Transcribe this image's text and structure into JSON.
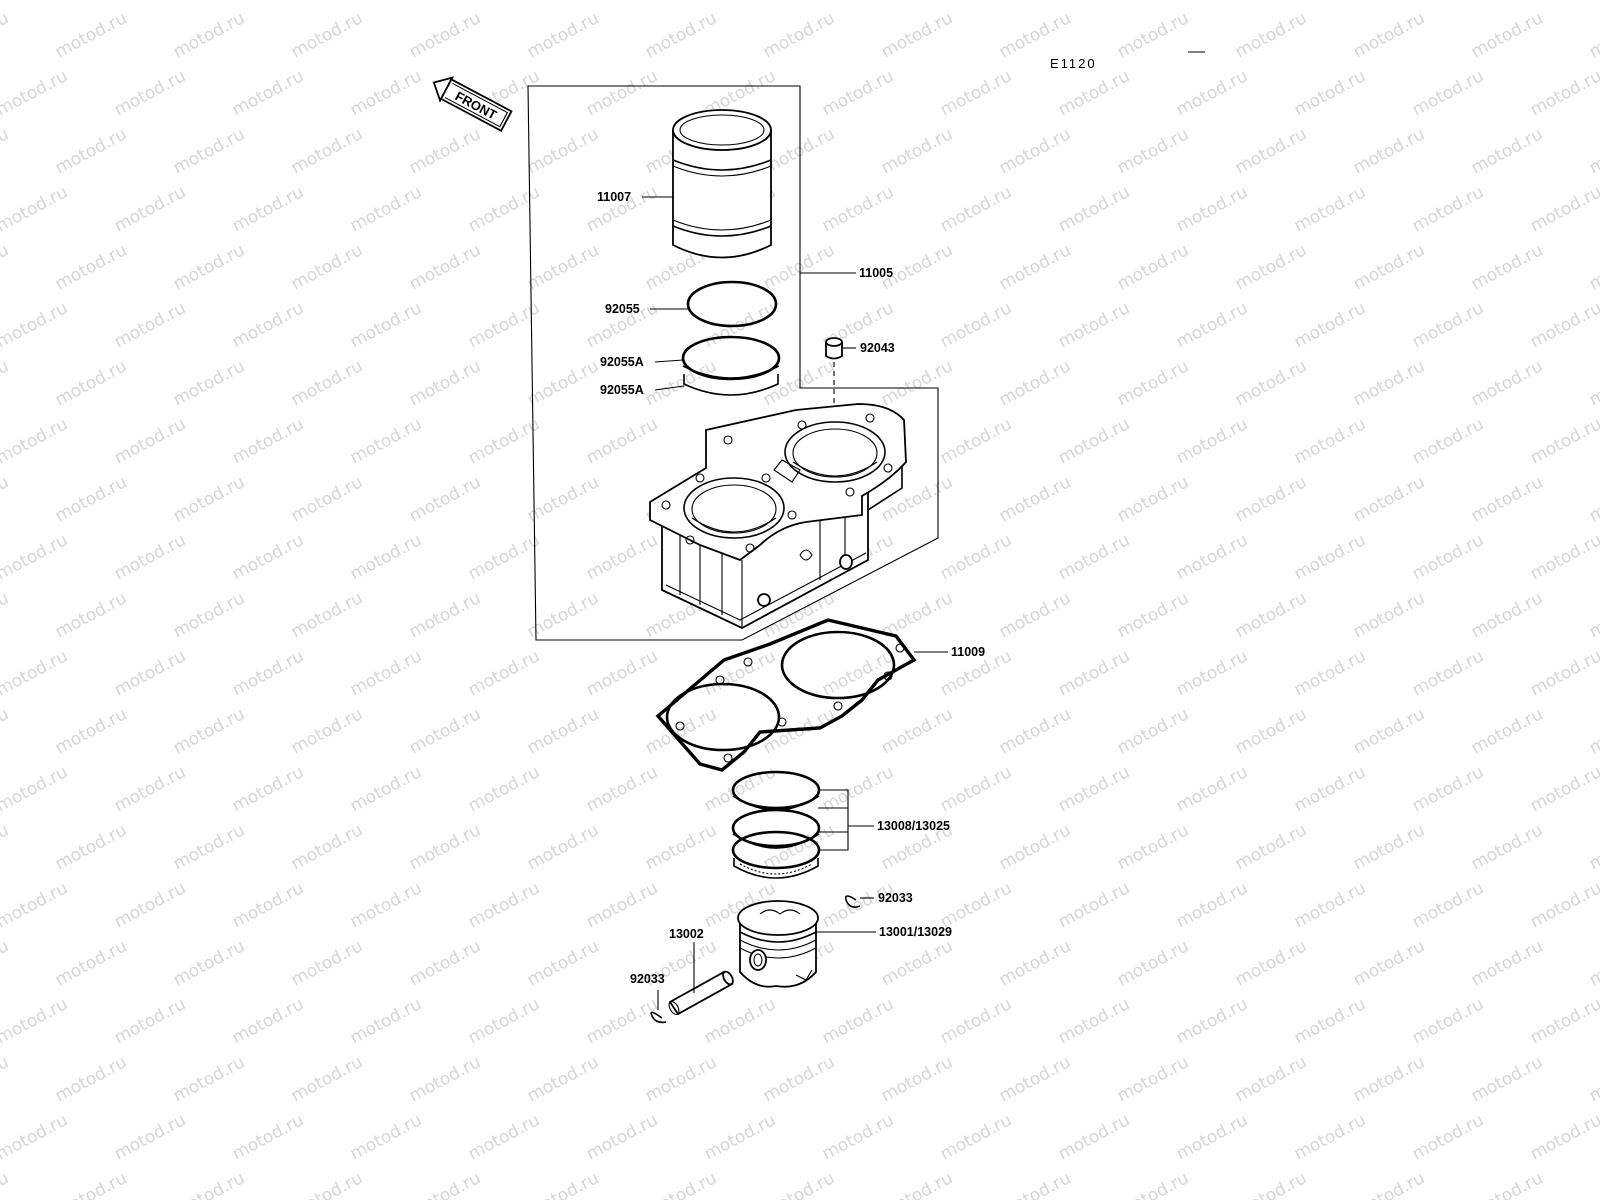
{
  "diagram": {
    "ref_code": "E1120",
    "front_arrow_label": "FRONT",
    "watermark": "motod.ru",
    "labels": {
      "cylinder_liner": "11007",
      "cylinder_assy": "11005",
      "o_ring": "92055",
      "o_ring_a1": "92055A",
      "o_ring_a2": "92055A",
      "dowel_pin": "92043",
      "base_gasket": "11009",
      "piston_rings": "13008/13025",
      "circlip_right": "92033",
      "piston": "13001/13029",
      "piston_pin": "13002",
      "circlip_left": "92033"
    },
    "colors": {
      "line": "#000000",
      "background": "#ffffff",
      "watermark": "#d6d6d6"
    }
  }
}
